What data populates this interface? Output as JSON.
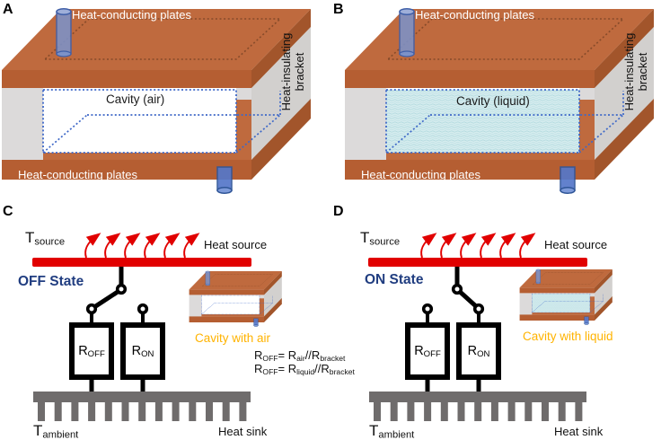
{
  "figure": {
    "panels": {
      "a": {
        "label": "A",
        "plate_top_label": "Heat-conducting plates",
        "plate_bottom_label": "Heat-conducting plates",
        "cavity_label": "Cavity (air)",
        "bracket_label": "Heat-insulating bracket"
      },
      "b": {
        "label": "B",
        "plate_top_label": "Heat-conducting plates",
        "plate_bottom_label": "Heat-conducting plates",
        "cavity_label": "Cavity (liquid)",
        "bracket_label": "Heat-insulating bracket"
      },
      "c": {
        "label": "C",
        "state": "OFF State",
        "t_source": [
          {
            "t": "T"
          },
          {
            "s": "source"
          }
        ],
        "heat_source": "Heat source",
        "r_off": [
          {
            "t": "R"
          },
          {
            "s": "OFF"
          }
        ],
        "r_on": [
          {
            "t": "R"
          },
          {
            "s": "ON"
          }
        ],
        "t_ambient": [
          {
            "t": "T"
          },
          {
            "s": "ambient"
          }
        ],
        "heat_sink": "Heat sink",
        "inset_caption": "Cavity with air"
      },
      "d": {
        "label": "D",
        "state": "ON State",
        "t_source": [
          {
            "t": "T"
          },
          {
            "s": "source"
          }
        ],
        "heat_source": "Heat source",
        "r_off": [
          {
            "t": "R"
          },
          {
            "s": "OFF"
          }
        ],
        "r_on": [
          {
            "t": "R"
          },
          {
            "s": "ON"
          }
        ],
        "t_ambient": [
          {
            "t": "T"
          },
          {
            "s": "ambient"
          }
        ],
        "heat_sink": "Heat sink",
        "inset_caption": "Cavity with liquid"
      }
    },
    "equations": {
      "line1": [
        {
          "t": "R"
        },
        {
          "s": "OFF"
        },
        {
          "t": "= R"
        },
        {
          "s": "air"
        },
        {
          "t": "//R"
        },
        {
          "s": "bracket"
        }
      ],
      "line2": [
        {
          "t": "R"
        },
        {
          "s": "OFF"
        },
        {
          "t": "= R"
        },
        {
          "s": "liquid"
        },
        {
          "t": "//R"
        },
        {
          "s": "bracket"
        }
      ]
    },
    "colors": {
      "heat_source_red": "#E10000",
      "state_label_navy": "#203D80",
      "caption_orange": "#FFB300",
      "plate_orange_top": "#BF6A3E",
      "plate_orange_front": "#B55E32",
      "plate_orange_side": "#A2552B",
      "bracket_gray": "#D2D0CE",
      "background_gray": "#DCDADA",
      "heatsink_gray": "#6F6C6C",
      "cavity_liquid_blue": "#D5ECEE",
      "cavity_outline_blue": "#3E68C8",
      "pin_blue": "#7D92C8"
    }
  }
}
